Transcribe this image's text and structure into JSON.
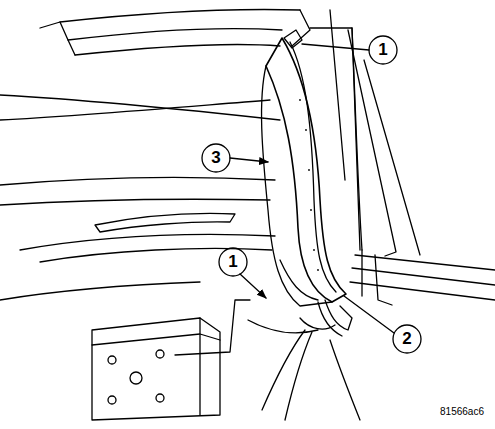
{
  "diagram": {
    "labels": [
      "1",
      "3",
      "1",
      "2",
      "81566ac6"
    ]
  }
}
